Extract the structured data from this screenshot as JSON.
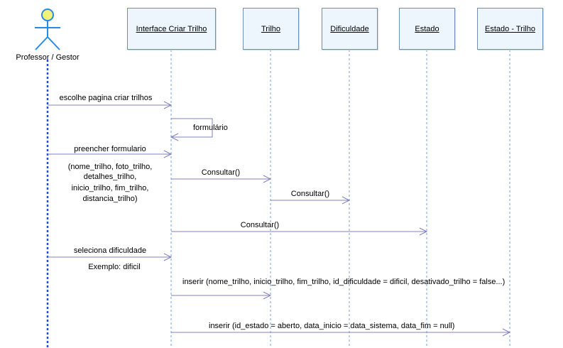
{
  "actor": {
    "name": "Professor / Gestor",
    "icon": "stick-figure-actor-icon"
  },
  "lifelines": [
    {
      "id": "interface",
      "label": "Interface Criar Trilho"
    },
    {
      "id": "trilho",
      "label": "Trilho"
    },
    {
      "id": "dificuldade",
      "label": "Dificuldade"
    },
    {
      "id": "estado",
      "label": "Estado"
    },
    {
      "id": "estado_trilho",
      "label": "Estado - Trilho"
    }
  ],
  "messages": [
    {
      "label": "escolhe pagina criar trilhos"
    },
    {
      "label": "formulário"
    },
    {
      "label": "preencher formulario"
    },
    {
      "label": "Consultar()"
    },
    {
      "label": "Consultar()"
    },
    {
      "label": "Consultar()"
    },
    {
      "label": "seleciona dificuldade"
    },
    {
      "label": "inserir (nome_trilho, inicio_trilho, fim_trilho, id_dificuldade = dificil, desativado_trilho = false...)"
    },
    {
      "label": "inserir  (id_estado = aberto, data_inicio = data_sistema, data_fim = null)"
    }
  ],
  "notes": {
    "params": [
      "(nome_trilho, foto_trilho,",
      "detalhes_trilho,",
      "inicio_trilho, fim_trilho,",
      "distancia_trilho)"
    ],
    "example": "Exemplo: dificil"
  },
  "colors": {
    "lifeline_box_border": "#6f8fb6",
    "lifeline_box_fill": "#ecf6fc",
    "actor_lifeline": "#1e50d0",
    "arrow": "#8080c0"
  }
}
